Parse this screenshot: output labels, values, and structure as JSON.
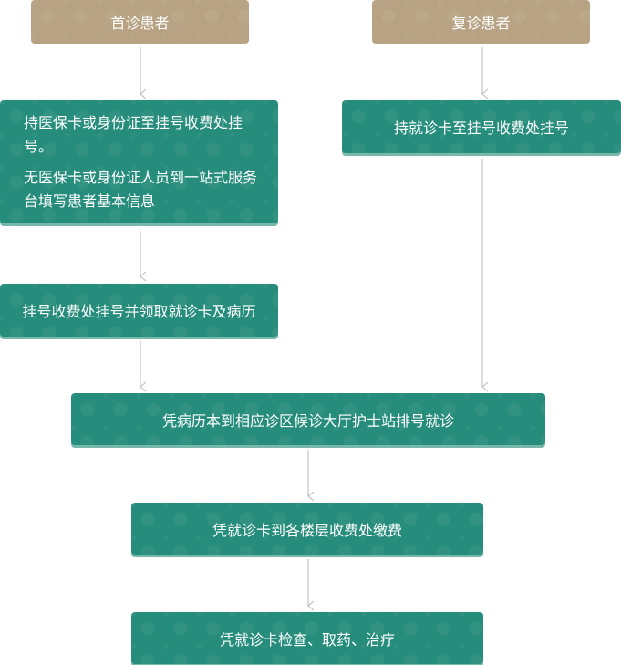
{
  "flow": {
    "first_visit_label": "首诊患者",
    "return_visit_label": "复诊患者",
    "first_step_1": "持医保卡或身份证至挂号收费处挂号。",
    "first_step_1b": "无医保卡或身份证人员到一站式服务台填写患者基本信息",
    "return_step_1": "持就诊卡至挂号收费处挂号",
    "first_step_2": "挂号收费处挂号并领取就诊卡及病历",
    "merge_step": "凭病历本到相应诊区候诊大厅护士站排号就诊",
    "pay_step": "凭就诊卡到各楼层收费处缴费",
    "final_step": "凭就诊卡检查、取药、治疗"
  },
  "colors": {
    "header_tan": "#b7a383",
    "step_teal": "#268c7b",
    "arrow_gray": "#b8b8b8"
  }
}
